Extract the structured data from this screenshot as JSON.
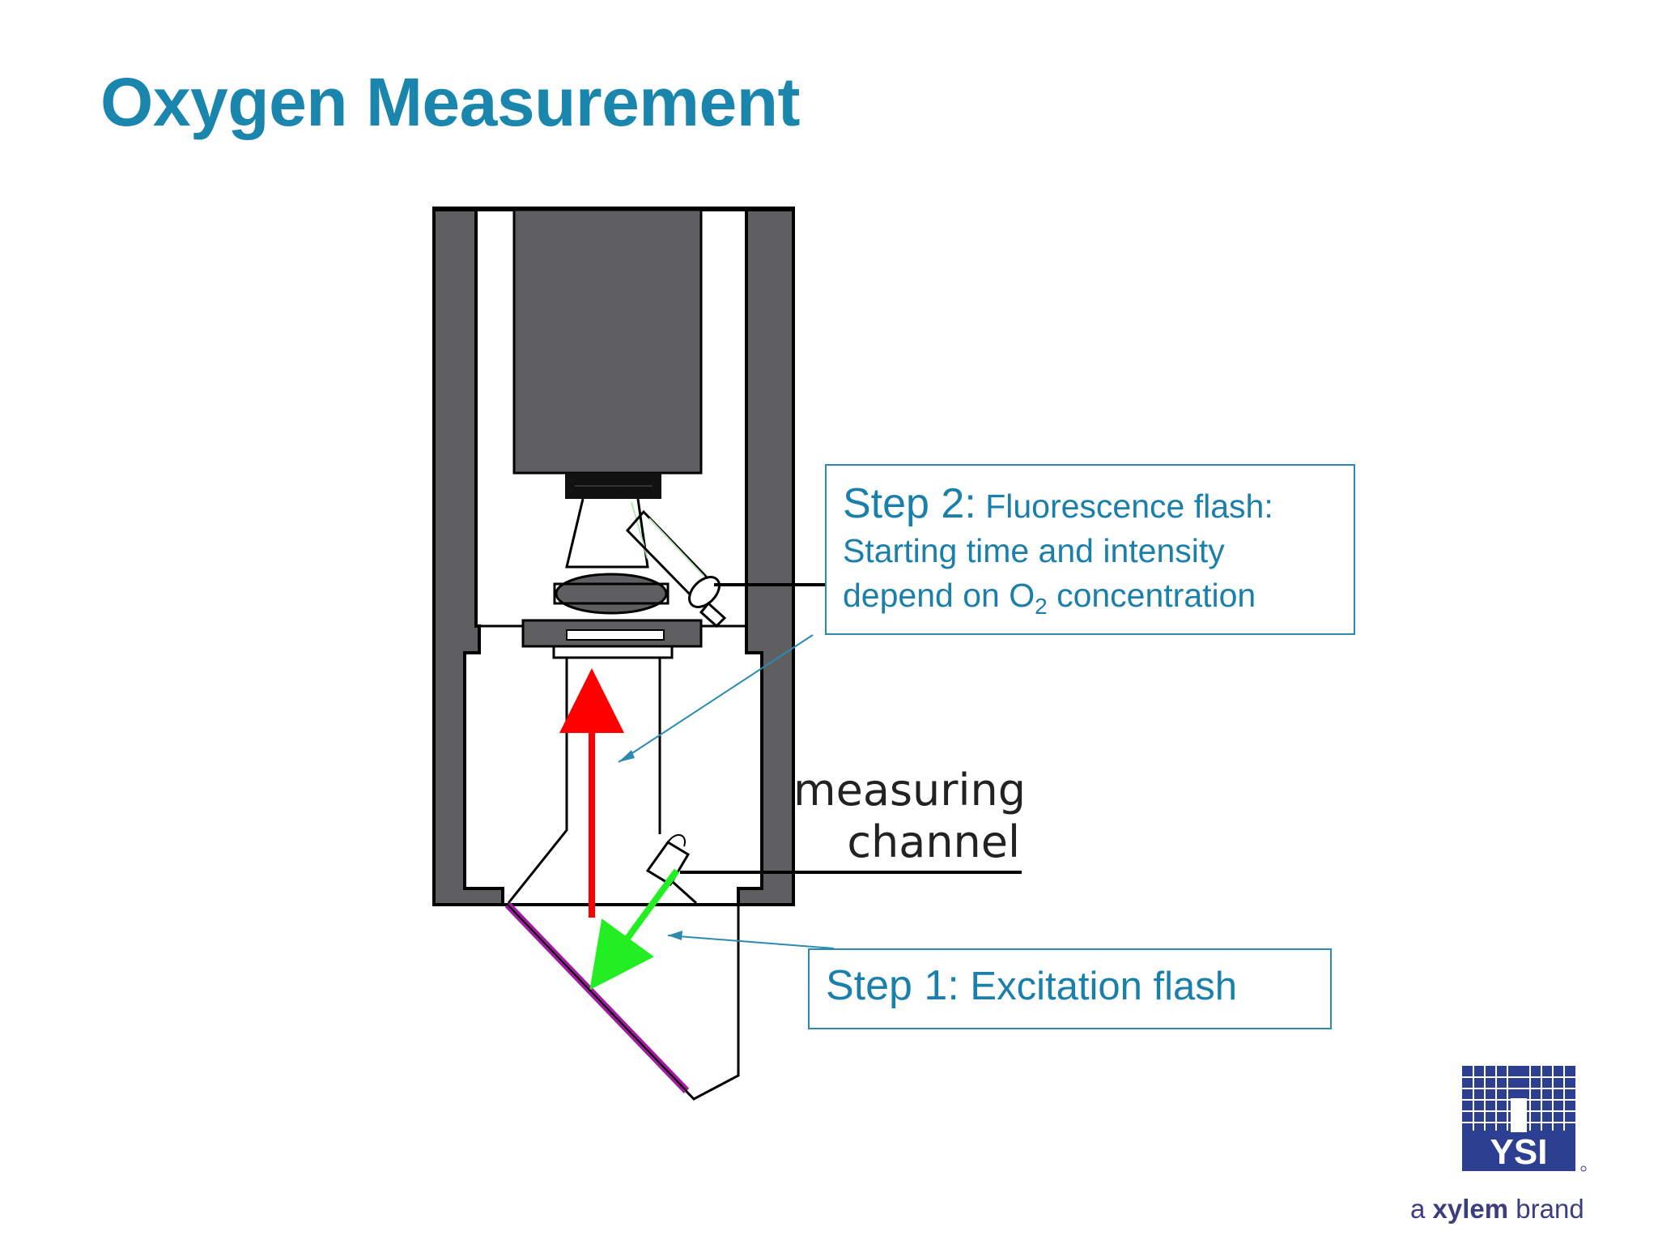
{
  "slide": {
    "title": "Oxygen Measurement"
  },
  "labels": {
    "measuring_line1": "measuring",
    "measuring_line2": "channel"
  },
  "step2": {
    "step_label": "Step 2:",
    "text_1": "Fluorescence flash:",
    "text_2": "Starting time and intensity",
    "text_3_before": "depend on O",
    "text_3_sub": "2",
    "text_3_after": " concentration"
  },
  "step1": {
    "step_label": "Step 1:",
    "text": "Excitation flash"
  },
  "logo": {
    "brand": "YSI",
    "tagline_prefix": "a ",
    "tagline_brand": "xylem",
    "tagline_suffix": " brand"
  },
  "colors": {
    "title": "#1a86ad",
    "box_border": "#2c8ab0",
    "housing": "#5f5f61",
    "fluorescence_arrow": "#ff0000",
    "excitation_arrow": "#22ee22",
    "sensor_foil": "#a11ca1",
    "logo_blue": "#2d3f90"
  }
}
